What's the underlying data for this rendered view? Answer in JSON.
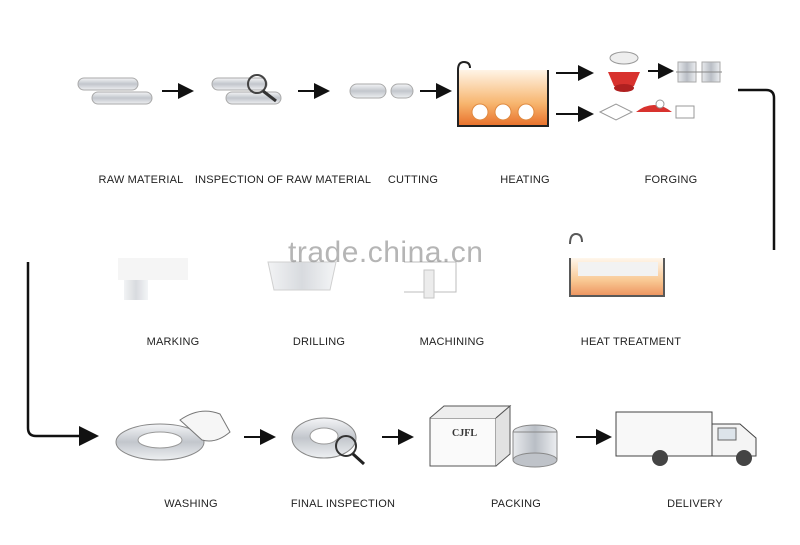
{
  "steps": {
    "raw_material": "RAW MATERIAL",
    "inspection_raw": "INSPECTION OF RAW MATERIAL",
    "cutting": "CUTTING",
    "heating": "HEATING",
    "forging": "FORGING",
    "marking": "MARKING",
    "drilling": "DRILLING",
    "machining": "MACHINING",
    "heat_treatment": "HEAT TREATMENT",
    "washing": "WASHING",
    "final_inspection": "FINAL INSPECTION",
    "packing": "PACKING",
    "delivery": "DELIVERY"
  },
  "box_label": "CJFL",
  "watermark": "trade.china.cn",
  "colors": {
    "arrow": "#111111",
    "steel": "#c9ccd1",
    "fire": "#e8702a",
    "forge_red": "#d8322e"
  }
}
